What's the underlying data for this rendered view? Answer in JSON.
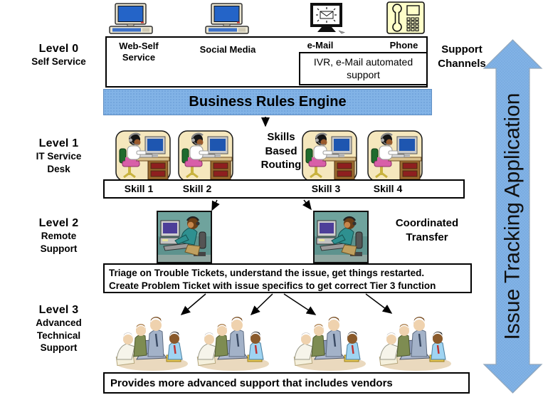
{
  "colors": {
    "engine_blue": "#82B3E6",
    "arrow_blue": "#82B3E6",
    "phone_yellow": "#FFFFC9"
  },
  "levels": [
    {
      "title": "Level 0",
      "lines": [
        "Self Service"
      ]
    },
    {
      "title": "Level 1",
      "lines": [
        "IT Service",
        "Desk"
      ]
    },
    {
      "title": "Level 2",
      "lines": [
        "Remote",
        "Support"
      ]
    },
    {
      "title": "Level 3",
      "lines": [
        "Advanced",
        "Technical",
        "Support"
      ]
    }
  ],
  "channels": {
    "web_self_line1": "Web-Self",
    "web_self_line2": "Service",
    "social": "Social Media",
    "email": "e-Mail",
    "phone": "Phone",
    "ivr_note": "IVR, e-Mail automated support",
    "heading_line1": "Support",
    "heading_line2": "Channels"
  },
  "engine": {
    "label": "Business Rules Engine"
  },
  "routing": {
    "line1": "Skills",
    "line2": "Based",
    "line3": "Routing"
  },
  "skills": [
    "Skill 1",
    "Skill 2",
    "Skill 3",
    "Skill 4"
  ],
  "transfer": {
    "line1": "Coordinated",
    "line2": "Transfer"
  },
  "triage": {
    "line1": "Triage on Trouble Tickets, understand the issue, get things restarted.",
    "line2": "Create Problem Ticket with issue specifics to get correct Tier 3 function"
  },
  "bottom_note": {
    "label": "Provides more advanced support that includes vendors"
  },
  "tracking_arrow": {
    "label": "Issue Tracking Application"
  },
  "icons": {
    "web_self": "desktop-computer-icon",
    "social": "desktop-computer-icon",
    "email": "email-monitor-icon",
    "phone": "telephone-icon",
    "level1_agent": "service-desk-agent-icon",
    "level2_agent": "remote-support-agent-icon",
    "level3_team": "team-collaboration-icon"
  }
}
